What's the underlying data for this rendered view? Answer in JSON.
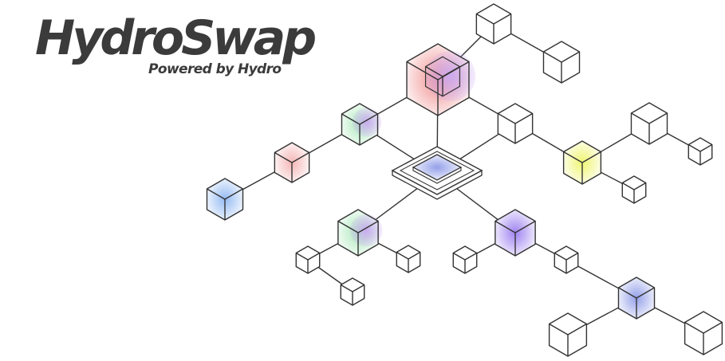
{
  "logo": {
    "title": "HydroSwap",
    "subtitle": "Powered by Hydro"
  },
  "colors": {
    "text": "#3b3b3b",
    "stroke": "#333333",
    "red": "#f08a8a",
    "pink": "#f4b3b3",
    "violet": "#c9a8f2",
    "blue": "#8fb7f2",
    "indigo": "#8f9ce8",
    "purple": "#9a7cf0",
    "green": "#a8e8b8",
    "yellow": "#eef56a"
  },
  "network": {
    "hub": {
      "fill": "indigo"
    },
    "cubes": [
      {
        "id": "big",
        "fill": "red",
        "fill2": "violet"
      },
      {
        "id": "top-a"
      },
      {
        "id": "top-b"
      },
      {
        "id": "mid-green",
        "fill": "green",
        "fill2": "violet"
      },
      {
        "id": "left-red",
        "fill": "pink"
      },
      {
        "id": "left-blue",
        "fill": "blue"
      },
      {
        "id": "right-mid"
      },
      {
        "id": "yellow",
        "fill": "yellow"
      },
      {
        "id": "far-right"
      },
      {
        "id": "far-right-small"
      },
      {
        "id": "yellow-small"
      },
      {
        "id": "low-green",
        "fill": "green",
        "fill2": "violet"
      },
      {
        "id": "low-left-a"
      },
      {
        "id": "low-left-b"
      },
      {
        "id": "low-green-small"
      },
      {
        "id": "purple",
        "fill": "purple"
      },
      {
        "id": "purple-left-small"
      },
      {
        "id": "purple-right-small"
      },
      {
        "id": "blue-right",
        "fill": "indigo"
      },
      {
        "id": "bottom-left"
      },
      {
        "id": "bottom-right"
      }
    ]
  }
}
